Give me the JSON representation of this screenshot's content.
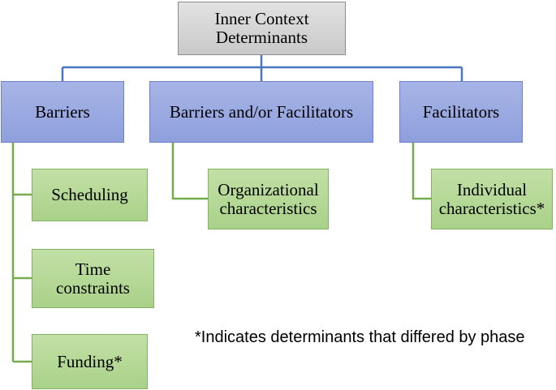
{
  "root": {
    "label": "Inner Context\nDeterminants"
  },
  "categories": [
    {
      "label": "Barriers"
    },
    {
      "label": "Barriers and/or Facilitators"
    },
    {
      "label": "Facilitators"
    }
  ],
  "barrier_items": [
    {
      "label": "Scheduling"
    },
    {
      "label": "Time\nconstraints"
    },
    {
      "label": "Funding*"
    }
  ],
  "barrier_or_facilitator_items": [
    {
      "label": "Organizational\ncharacteristics"
    }
  ],
  "facilitator_items": [
    {
      "label": "Individual\ncharacteristics*"
    }
  ],
  "footnote": "*Indicates determinants that differed by phase",
  "colors": {
    "root_fill": "#d4d4d4",
    "category_fill": "#9aaae1",
    "item_fill": "#b6da98",
    "root_connector": "#4a76c0",
    "item_connector": "#76ab4f"
  }
}
